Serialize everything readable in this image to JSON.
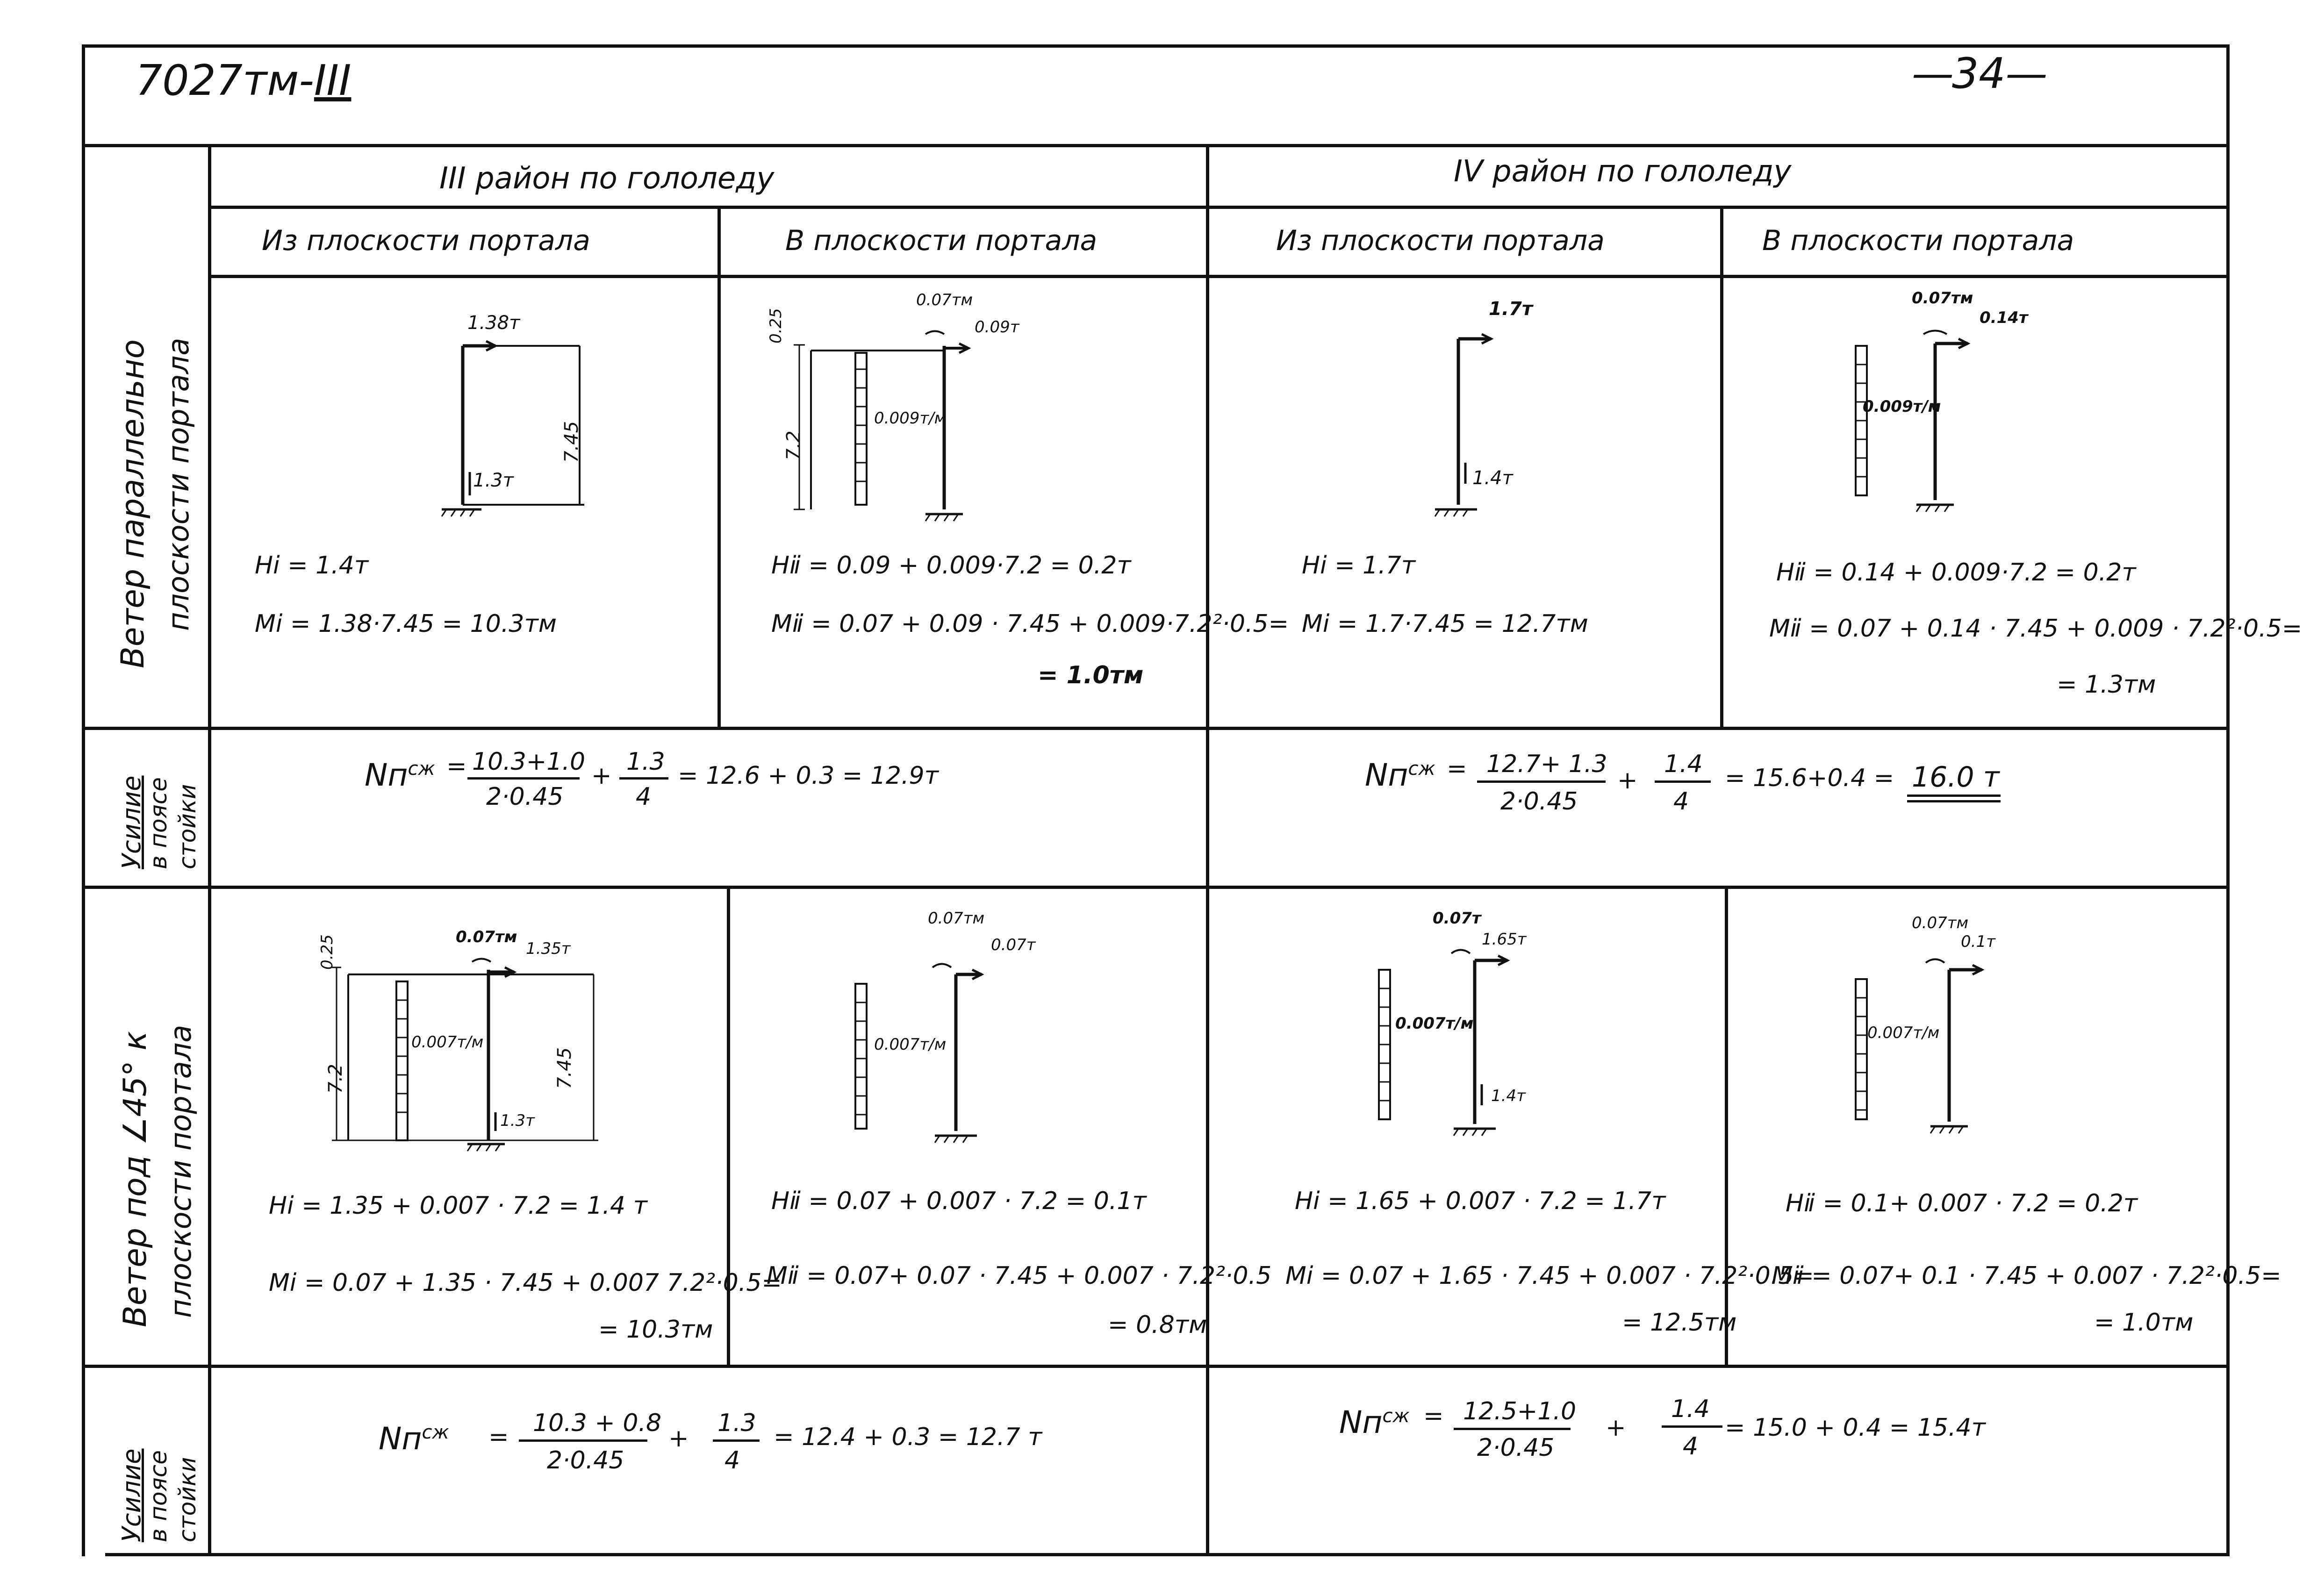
{
  "header": {
    "doc_code": "7027тм-",
    "doc_code_roman": "III",
    "page_number": "34"
  },
  "columns": {
    "region3": "III район  по   гололеду",
    "region4": "IV район   по   гололеду",
    "out_plane": "Из  плоскости  портала",
    "in_plane": "В плоскости  портала"
  },
  "rows": {
    "wind_parallel_line1": "Ветер параллельно",
    "wind_parallel_line2": "плоскости  портала",
    "force_line1": "Усилие",
    "force_line2": "в поясе",
    "force_line3": "стойки",
    "wind_45_line1": "Ветер под  ∠45° к",
    "wind_45_line2": "плоскости  портала"
  },
  "block1": {
    "c1": {
      "top_label": "1.38т",
      "height_label": "7.45",
      "bottom_label": "1.3т",
      "f1": "Hⅰ = 1.4т",
      "f2": "Mⅰ = 1.38·7.45 = 10.3тм"
    },
    "c2": {
      "moment_label": "0.07тм",
      "top_label": "0.09т",
      "offset_label": "0.25",
      "height_label": "7.2",
      "dist_label": "0.009т/м",
      "f1": "Hⅱ = 0.09 + 0.009·7.2 = 0.2т",
      "f2": "Mⅱ = 0.07 + 0.09 · 7.45 + 0.009·7.2²·0.5=",
      "f3": "= 1.0тм"
    },
    "c3": {
      "top_label": "1.7т",
      "bottom_label": "1.4т",
      "f1": "Hⅰ = 1.7т",
      "f2": "Mⅰ = 1.7·7.45 = 12.7тм"
    },
    "c4": {
      "moment_label": "0.07тм",
      "top_label": "0.14т",
      "dist_label": "0.009т/м",
      "f1": "Hⅱ = 0.14 + 0.009·7.2 = 0.2т",
      "f2": "Mⅱ = 0.07 + 0.14 · 7.45 + 0.009 · 7.2²·0.5=",
      "f3": "= 1.3тм"
    }
  },
  "force1": {
    "left": {
      "n": "Nп",
      "sup": "сж",
      "eq": "=",
      "num1": "10.3+1.0",
      "den1": "2·0.45",
      "plus": "+",
      "num2": "1.3",
      "den2": "4",
      "rest": "=   12.6 + 0.3 = 12.9т"
    },
    "right": {
      "n": "Nп",
      "sup": "сж",
      "eq": "=",
      "num1": "12.7+ 1.3",
      "den1": "2·0.45",
      "plus": "+",
      "num2": "1.4",
      "den2": "4",
      "rest": "= 15.6+0.4 =",
      "result": "16.0 т"
    }
  },
  "block2": {
    "c1": {
      "offset_label": "0.25",
      "moment_label": "0.07тм",
      "top_label": "1.35т",
      "dist_label": "0.007т/м",
      "height_label": "7.2",
      "height2_label": "7.45",
      "bottom_label": "1.3т",
      "f1": "Hⅰ = 1.35 + 0.007 · 7.2 = 1.4 т",
      "f2": "Mⅰ = 0.07 + 1.35 · 7.45 + 0.007  7.2²·0.5=",
      "f3": "= 10.3тм"
    },
    "c2": {
      "moment_label": "0.07тм",
      "top_label": "0.07т",
      "dist_label": "0.007т/м",
      "f1": "Hⅱ = 0.07 + 0.007 · 7.2 = 0.1т",
      "f2": "Mⅱ = 0.07+ 0.07 · 7.45 + 0.007 · 7.2²·0.5",
      "f3": "= 0.8тм"
    },
    "c3": {
      "moment_label": "0.07т",
      "top_label": "1.65т",
      "dist_label": "0.007т/м",
      "bottom_label": "1.4т",
      "f1": "Hⅰ = 1.65 + 0.007 · 7.2 = 1.7т",
      "f2": "Mⅰ = 0.07 + 1.65 · 7.45 + 0.007 · 7.2²·0.5=",
      "f3": "= 12.5тм"
    },
    "c4": {
      "moment_label": "0.07тм",
      "top_label": "0.1т",
      "dist_label": "0.007т/м",
      "f1": "Hⅱ = 0.1+ 0.007 · 7.2 = 0.2т",
      "f2": "Mⅱ = 0.07+ 0.1 · 7.45 + 0.007 · 7.2²·0.5=",
      "f3": "= 1.0тм"
    }
  },
  "force2": {
    "left": {
      "n": "Nп",
      "sup": "сж",
      "eq": "=",
      "num1": "10.3 + 0.8",
      "den1": "2·0.45",
      "plus": "+",
      "num2": "1.3",
      "den2": "4",
      "rest": "=  12.4 + 0.3 = 12.7 т"
    },
    "right": {
      "n": "Nп",
      "sup": "сж",
      "eq": "=",
      "num1": "12.5+1.0",
      "den1": "2·0.45",
      "plus": "+",
      "num2": "1.4",
      "den2": "4",
      "rest": "=  15.0 + 0.4 = 15.4т"
    }
  }
}
